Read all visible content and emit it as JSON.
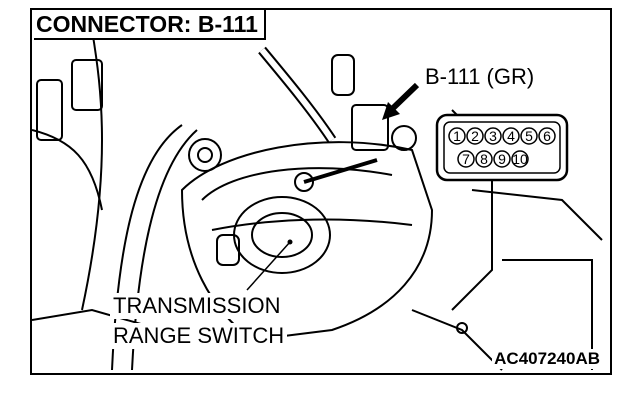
{
  "title": "CONNECTOR: B-111",
  "connector_label": "B-111 (GR)",
  "connector_pins": [
    "1",
    "2",
    "3",
    "4",
    "5",
    "6",
    "7",
    "8",
    "9",
    "10"
  ],
  "callout_line1": "TRANSMISSION",
  "callout_line2": "RANGE SWITCH",
  "figure_code": "AC407240AB"
}
